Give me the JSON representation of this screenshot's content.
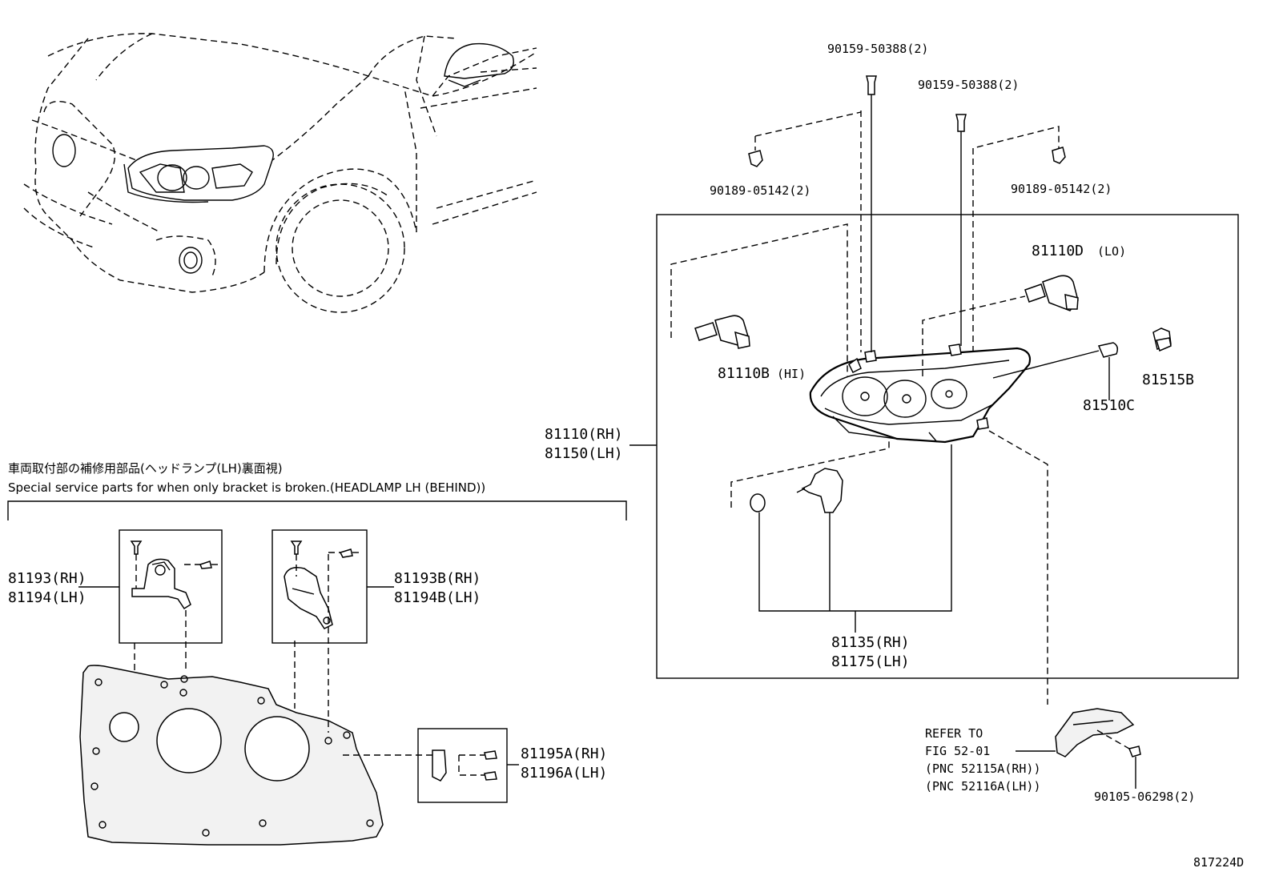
{
  "diagram": {
    "note": {
      "japanese": "車両取付部の補修用部品(ヘッドランプ(LH)裏面視)",
      "english": "Special service parts for when only bracket is broken.(HEADLAMP LH (BEHIND))"
    },
    "labels": {
      "screw_top_1": "90159-50388(2)",
      "screw_top_2": "90159-50388(2)",
      "grommet_left": "90189-05142(2)",
      "grommet_right": "90189-05142(2)",
      "bulb_lo": "81110D",
      "bulb_lo_suffix": "(LO)",
      "bulb_hi": "81110B",
      "bulb_hi_suffix": "(HI)",
      "headlamp_rh": "81110(RH)",
      "headlamp_lh": "81150(LH)",
      "socket_b": "81515B",
      "bulb_c": "81510C",
      "unit_rh": "81135(RH)",
      "unit_lh": "81175(LH)",
      "bracket_a_rh": "81193(RH)",
      "bracket_a_lh": "81194(LH)",
      "bracket_b_rh": "81193B(RH)",
      "bracket_b_lh": "81194B(LH)",
      "bracket_c_rh": "81195A(RH)",
      "bracket_c_lh": "81196A(LH)",
      "refer_1": "REFER TO",
      "refer_2": "FIG 52-01",
      "refer_3": "(PNC 52115A(RH))",
      "refer_4": "(PNC 52116A(LH))",
      "bolt_bottom": "90105-06298(2)",
      "figure_id": "817224D"
    }
  }
}
